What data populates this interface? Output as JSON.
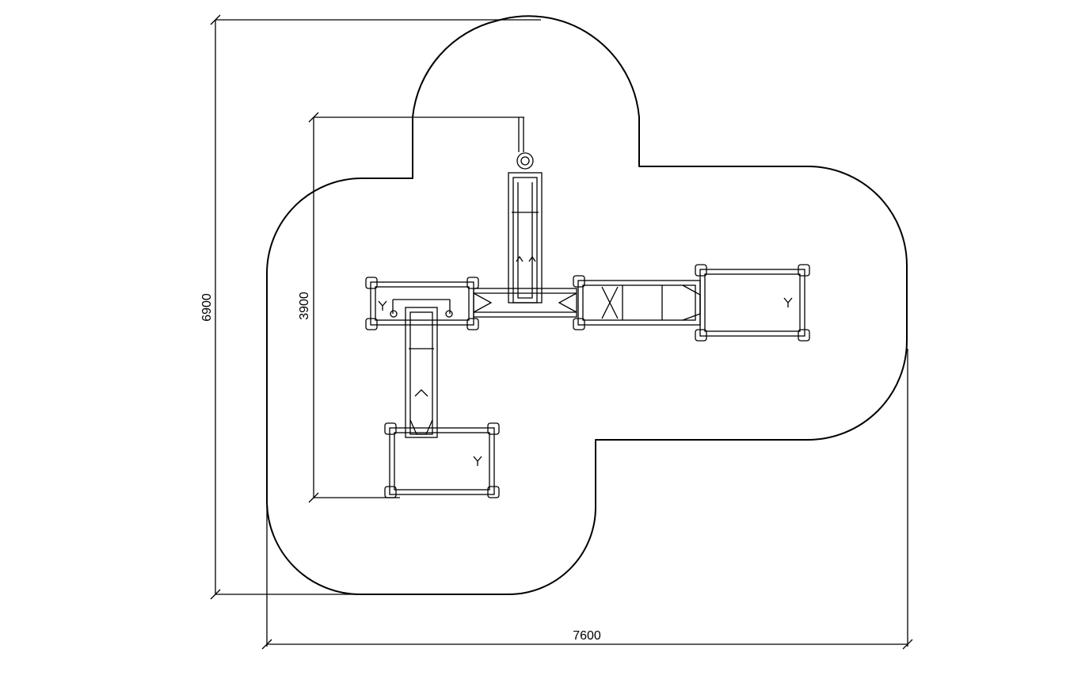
{
  "drawing": {
    "dimensions": {
      "overall_width": "7600",
      "overall_height": "6900",
      "equipment_height": "3900"
    }
  }
}
